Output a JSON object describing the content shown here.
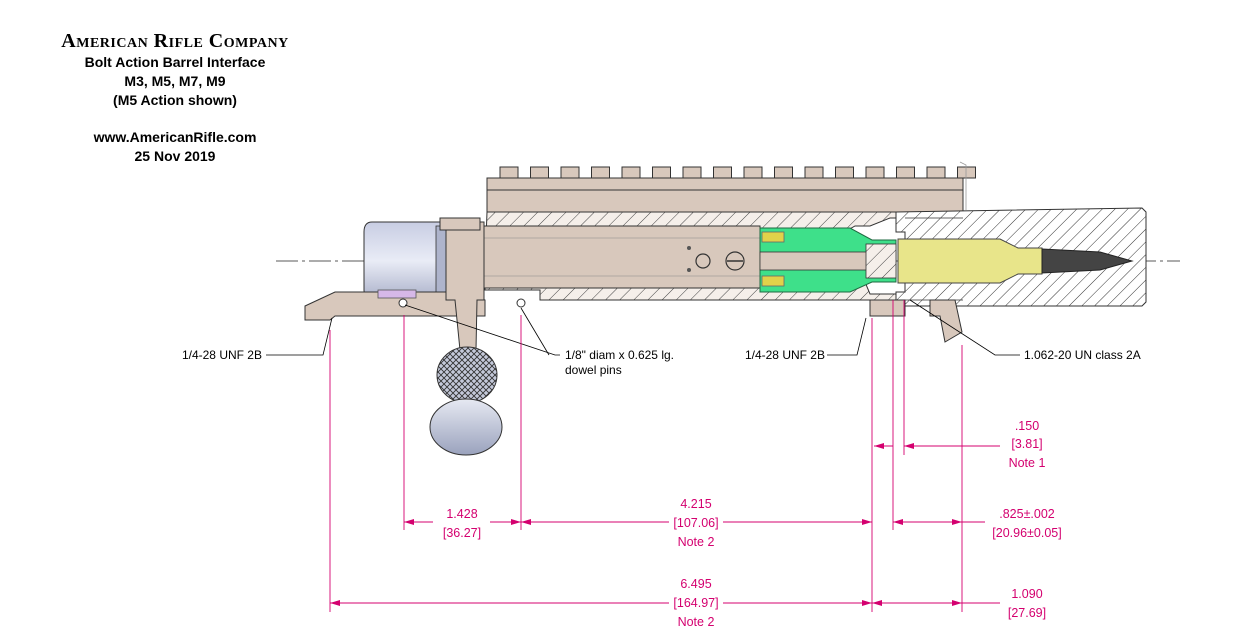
{
  "header": {
    "company": "American Rifle Company",
    "line1": "Bolt Action Barrel Interface",
    "line2": "M3, M5, M7, M9",
    "line3": "(M5 Action shown)",
    "url": "www.AmericanRifle.com",
    "date": "25 Nov 2019"
  },
  "callouts": {
    "thread_rear": "1/4-28 UNF 2B",
    "dowel_line1": "1/8\" diam x 0.625 lg.",
    "dowel_line2": "dowel pins",
    "thread_front": "1/4-28 UNF 2B",
    "barrel_thread": "1.062-20 UN class 2A"
  },
  "dimensions": {
    "d150": {
      "in": ".150",
      "mm": "[3.81]",
      "note": "Note 1"
    },
    "d1428": {
      "in": "1.428",
      "mm": "[36.27]"
    },
    "d4215": {
      "in": "4.215",
      "mm": "[107.06]",
      "note": "Note 2"
    },
    "d825": {
      "in": ".825±.002",
      "mm": "[20.96±0.05]"
    },
    "d6495": {
      "in": "6.495",
      "mm": "[164.97]",
      "note": "Note 2"
    },
    "d1090": {
      "in": "1.090",
      "mm": "[27.69]"
    }
  },
  "colors": {
    "dimension": "#d4006f",
    "action_body": "#d8c8bc",
    "bolt_head": "#3ee08a",
    "cartridge": "#e8e58a",
    "lugs": "#e0d24a",
    "knob": "#b8bfd6"
  }
}
